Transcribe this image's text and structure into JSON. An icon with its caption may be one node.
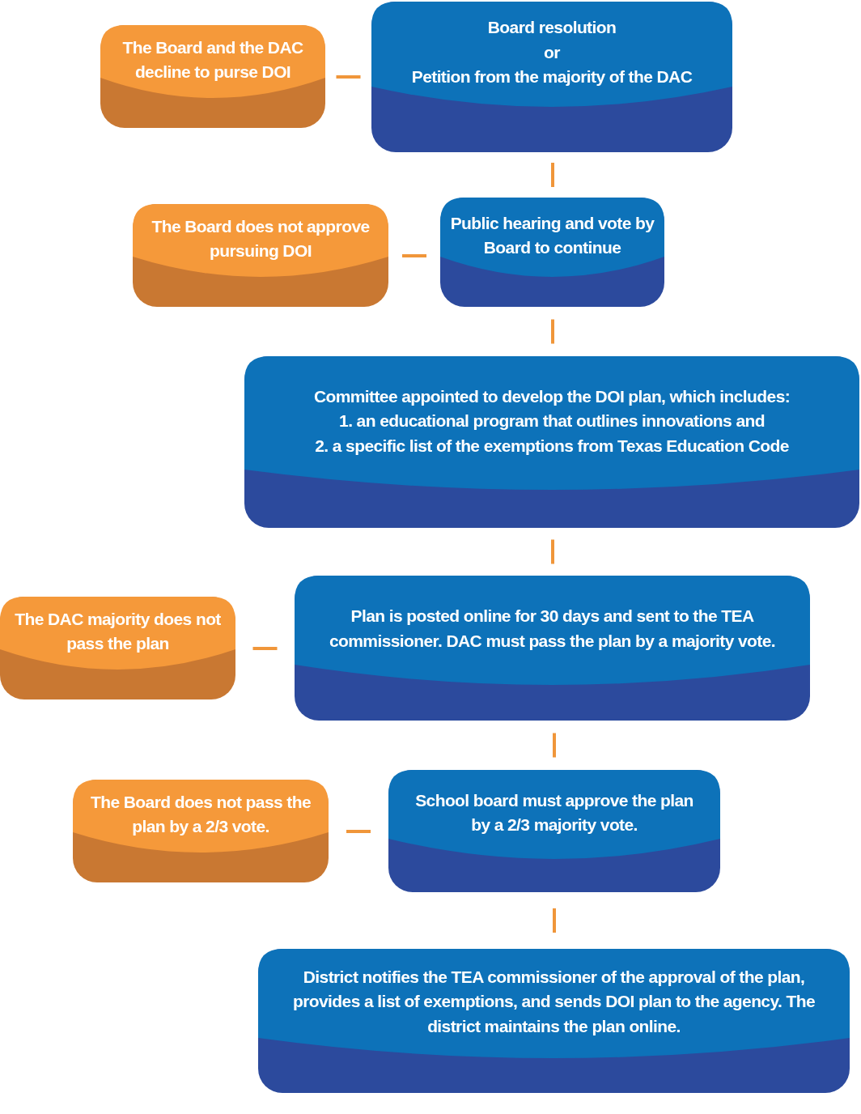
{
  "diagram": {
    "nodes": [
      {
        "text": [
          "The Board and the DAC decline to purse DOI"
        ]
      },
      {
        "text": [
          "Board resolution",
          "or",
          "Petition from the majority of the DAC"
        ]
      },
      {
        "text": [
          "The Board does not approve pursuing DOI"
        ]
      },
      {
        "text": [
          "Public hearing and vote by Board to continue"
        ]
      },
      {
        "text": [
          "Committee appointed to develop the DOI plan, which includes:",
          "1. an educational program that outlines innovations and",
          "2. a specific list of the exemptions from Texas Education Code"
        ]
      },
      {
        "text": [
          "The DAC majority does not pass the plan"
        ]
      },
      {
        "text": [
          "Plan is posted online for 30 days and sent to the TEA commissioner. DAC must pass the plan by a majority vote."
        ]
      },
      {
        "text": [
          "The Board does not pass the plan by a 2/3 vote."
        ]
      },
      {
        "text": [
          "School board must approve the plan by a 2/3 majority vote."
        ]
      },
      {
        "text": [
          "District notifies the TEA commissioner of the approval of the plan, provides a list of exemptions, and sends DOI plan to the agency. The district maintains the plan online."
        ]
      }
    ],
    "edges": [
      {
        "from": 1,
        "to": 0,
        "arrow": "none"
      },
      {
        "from": 1,
        "to": 3,
        "arrow": "none"
      },
      {
        "from": 3,
        "to": 2,
        "arrow": "none"
      },
      {
        "from": 3,
        "to": 4,
        "arrow": "none"
      },
      {
        "from": 4,
        "to": 6,
        "arrow": "none"
      },
      {
        "from": 6,
        "to": 5,
        "arrow": "none"
      },
      {
        "from": 6,
        "to": 8,
        "arrow": "none"
      },
      {
        "from": 8,
        "to": 7,
        "arrow": "none"
      },
      {
        "from": 8,
        "to": 9,
        "arrow": "none"
      }
    ]
  }
}
